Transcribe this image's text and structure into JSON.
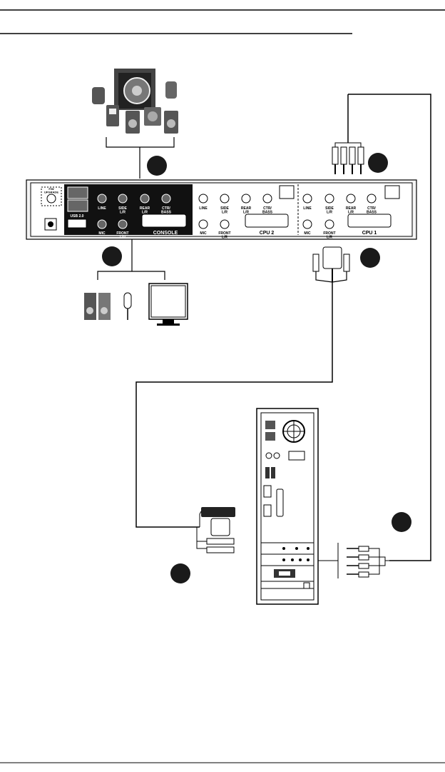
{
  "device": {
    "fw_upgrade": "F/W\nUPGRADE",
    "usb_label": "USB 2.0",
    "console_label": "CONSOLE",
    "cpu2_label": "CPU 2",
    "cpu1_label": "CPU 1",
    "ports": {
      "line": "LINE",
      "side": "SIDE\nL/R",
      "rear": "REAR\nL/R",
      "ctr": "CTR/\nBASS",
      "mic": "MIC",
      "front": "FRONT\nL/R"
    }
  },
  "callouts": [
    {
      "id": 1,
      "label": ""
    },
    {
      "id": 2,
      "label": ""
    },
    {
      "id": 3,
      "label": ""
    },
    {
      "id": 4,
      "label": ""
    },
    {
      "id": 5,
      "label": ""
    },
    {
      "id": 6,
      "label": ""
    }
  ],
  "icons": [
    "speaker-system-icon",
    "speakers-icon",
    "microphone-icon",
    "monitor-icon",
    "computer-tower-icon",
    "audio-cable-icon",
    "kvm-cable-icon"
  ]
}
